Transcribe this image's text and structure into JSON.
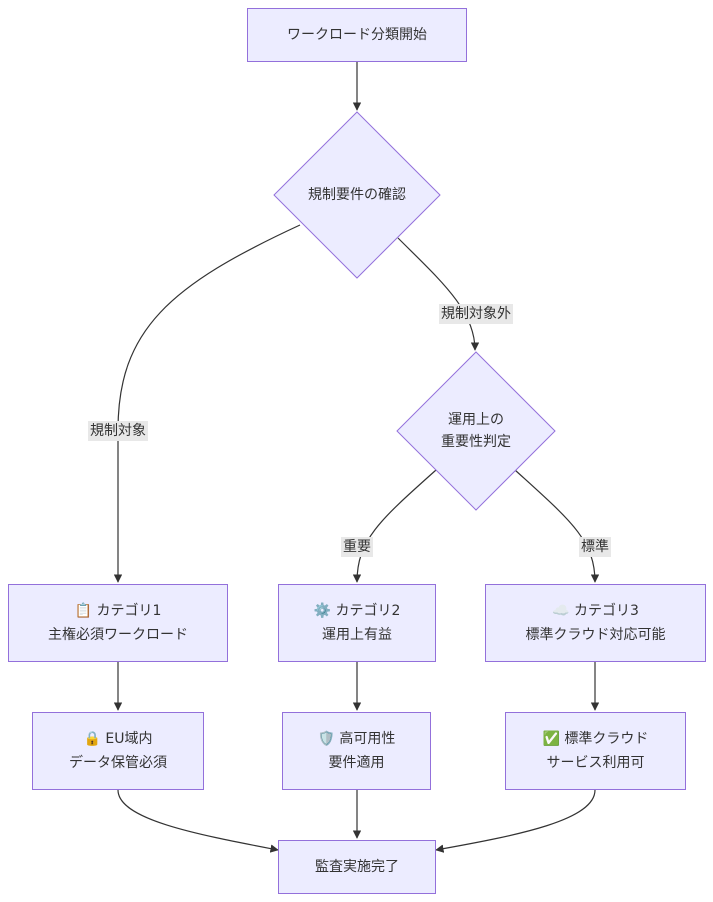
{
  "nodes": {
    "start": "ワークロード分類開始",
    "reg_check": "規制要件の確認",
    "op_check": "運用上の\n重要性判定",
    "cat1": "📋 カテゴリ1\n主権必須ワークロード",
    "cat2": "⚙️ カテゴリ2\n運用上有益",
    "cat3": "☁️ カテゴリ3\n標準クラウド対応可能",
    "eu": "🔒 EU域内\nデータ保管必須",
    "ha": "🛡️ 高可用性\n要件適用",
    "std": "✅ 標準クラウド\nサービス利用可",
    "end": "監査実施完了"
  },
  "edge_labels": {
    "regulated": "規制対象",
    "not_regulated": "規制対象外",
    "important": "重要",
    "standard": "標準"
  },
  "colors": {
    "node_fill": "#ECECFF",
    "node_stroke": "#9370DB",
    "edge": "#333333",
    "label_bg": "#e8e8e8"
  }
}
